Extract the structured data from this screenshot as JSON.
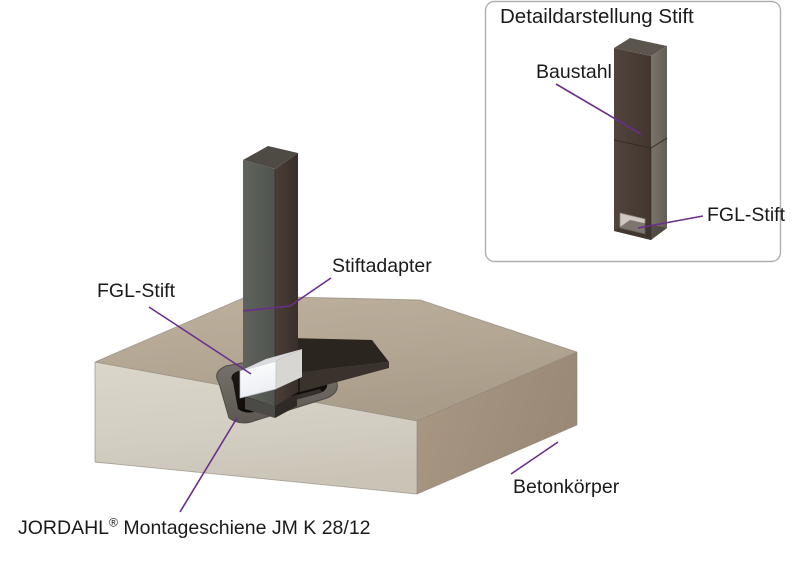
{
  "figure": {
    "title_visible": false,
    "background_color": "#ffffff",
    "leader_line_color": "#6b2d8c",
    "label_text_color": "#1a1a1a"
  },
  "detail_panel": {
    "title": "Detaildarstellung Stift",
    "border_color": "#b0b0b0",
    "labels": [
      {
        "id": "baustahl",
        "text": "Baustahl"
      },
      {
        "id": "fgl_stift_detail",
        "text": "FGL-Stift"
      }
    ],
    "pin": {
      "upper_section_name": "Baustahl",
      "lower_insert_name": "FGL-Stift",
      "front_color": "#4a3d36",
      "side_color": "#6e6a62",
      "top_color": "#55504a",
      "insert_color": "#cfc8c2"
    }
  },
  "main_view": {
    "labels": [
      {
        "id": "stiftadapter",
        "text": "Stiftadapter"
      },
      {
        "id": "fgl_stift",
        "text": "FGL-Stift"
      },
      {
        "id": "betonkoerper",
        "text": "Betonkörper"
      }
    ],
    "caption": {
      "brand": "JORDAHL",
      "registered_mark": "®",
      "product": "Montageschiene JM K 28/12",
      "full_text": "JORDAHL® Montageschiene JM K 28/12"
    },
    "components": {
      "concrete_block": {
        "name": "Betonkörper",
        "top_face_color": "#b6a894",
        "front_face_color": "#d4cfc3",
        "right_face_color": "#a3927f"
      },
      "post": {
        "name": "Baustahl-Stift",
        "left_face_color": "#585c55",
        "right_face_color": "#3f352f",
        "top_face_color": "#4e4a44"
      },
      "fgl_block": {
        "name": "FGL-Stift",
        "front_color": "#f2f4f8",
        "side_color": "#d8d6d2"
      },
      "adapter_plate": {
        "name": "Stiftadapter",
        "color": "#2c2622"
      },
      "mounting_channel": {
        "name": "JORDAHL Montageschiene JM K 28/12",
        "rim_color": "#6f6a64",
        "cavity_color": "#17120f"
      }
    }
  }
}
